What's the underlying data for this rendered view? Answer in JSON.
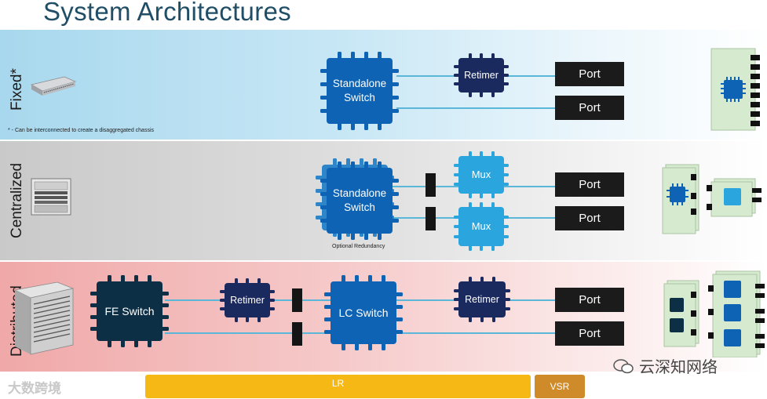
{
  "title": "System Architectures",
  "rows": {
    "fixed": {
      "label": "Fixed*",
      "footnote": "* - Can be interconnected to create a disaggregated chassis"
    },
    "centralized": {
      "label": "Centralized",
      "note": "Optional Redundancy"
    },
    "distributed": {
      "label": "Distributed"
    }
  },
  "chips": {
    "standalone_switch": "Standalone Switch",
    "retimer": "Retimer",
    "mux": "Mux",
    "fe_switch": "FE Switch",
    "lc_switch": "LC Switch"
  },
  "port_label": "Port",
  "reach": {
    "lr": "LR",
    "vsr": "VSR"
  },
  "watermarks": {
    "left": "大数跨境",
    "right": "云深知网络"
  },
  "colors": {
    "switch_blue": "#0e63b4",
    "retimer_navy": "#1b2a5e",
    "mux_light": "#2aa5de",
    "fe_navy": "#0d2f45",
    "lr_bar": "#f5b814",
    "vsr_bar": "#cf8a2a",
    "link_line": "#5bb7d8"
  }
}
